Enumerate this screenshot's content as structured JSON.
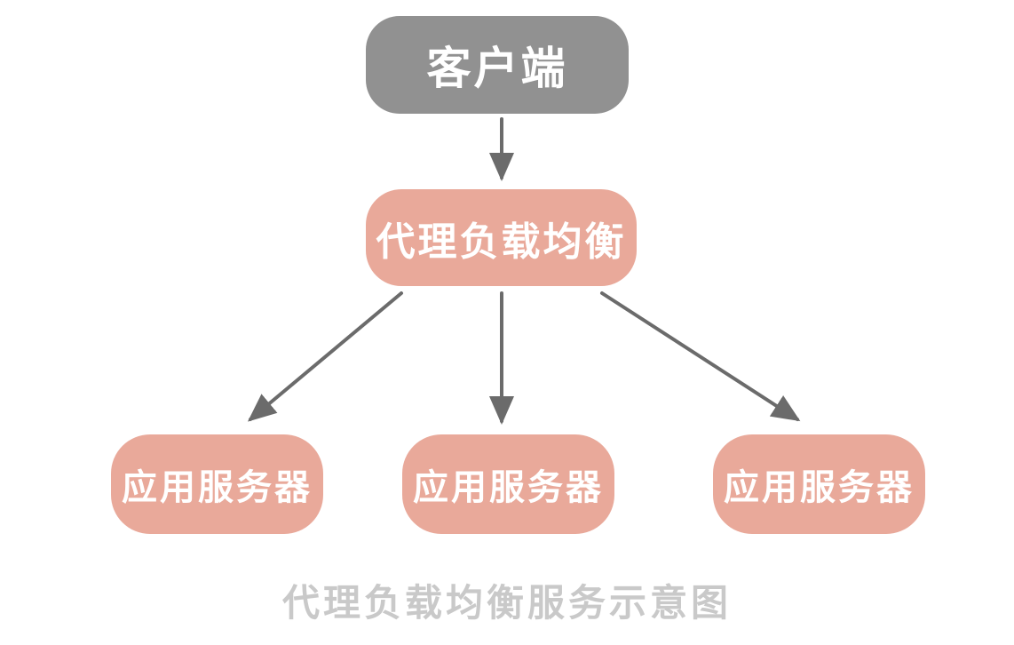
{
  "diagram": {
    "caption": "代理负载均衡服务示意图",
    "nodes": {
      "client": {
        "label": "客户端",
        "fill": "#919191",
        "text_color": "#ffffff"
      },
      "balancer": {
        "label": "代理负载均衡",
        "fill": "#e9a99a",
        "text_color": "#ffffff"
      },
      "server1": {
        "label": "应用服务器",
        "fill": "#e9a99a",
        "text_color": "#ffffff"
      },
      "server2": {
        "label": "应用服务器",
        "fill": "#e9a99a",
        "text_color": "#ffffff"
      },
      "server3": {
        "label": "应用服务器",
        "fill": "#e9a99a",
        "text_color": "#ffffff"
      }
    },
    "edges": [
      {
        "from": "client",
        "to": "balancer",
        "style": "arrow"
      },
      {
        "from": "balancer",
        "to": "server1",
        "style": "arrow"
      },
      {
        "from": "balancer",
        "to": "server2",
        "style": "arrow"
      },
      {
        "from": "balancer",
        "to": "server3",
        "style": "arrow"
      }
    ],
    "colors": {
      "arrow": "#6b6b6b",
      "caption_text": "#c9c9c9",
      "client_fill": "#919191",
      "server_fill": "#e9a99a",
      "node_text": "#ffffff",
      "background": "#ffffff"
    }
  }
}
